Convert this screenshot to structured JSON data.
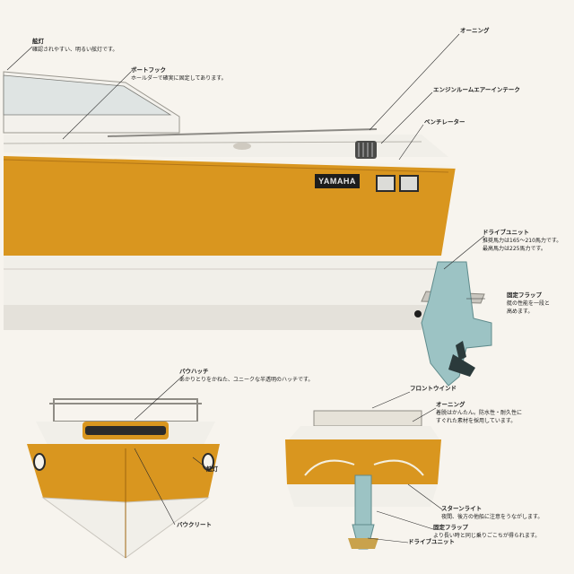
{
  "brand": "YAMAHA",
  "annotations": {
    "navigation_light_top": {
      "title": "舷灯",
      "desc": "確認されやすい、明るい舷灯です。"
    },
    "boat_hook": {
      "title": "ボートフック",
      "desc": "ホールダーで確実に固定してあります。"
    },
    "awning_top": {
      "title": "オーニング"
    },
    "engine_air_intake": {
      "title": "エンジンルームエアーインテーク"
    },
    "ventilator": {
      "title": "ベンチレーター"
    },
    "drive_unit_top": {
      "title": "ドライブユニット",
      "desc1": "推奨馬力は165～210馬力です。",
      "desc2": "最高馬力は225馬力です。"
    },
    "fixed_flap_top": {
      "title": "固定フラップ",
      "desc1": "艇の性能を一段と",
      "desc2": "高めます。"
    },
    "bow_hatch": {
      "title": "バウハッチ",
      "desc": "あかりとりをかねた、ユニークな半透明のハッチです。"
    },
    "navigation_light_front": {
      "title": "舷灯"
    },
    "bow_cleat": {
      "title": "バウクリート"
    },
    "front_window": {
      "title": "フロントウインド"
    },
    "awning_rear": {
      "title": "オーニング",
      "desc1": "着脱はかんたん。防水性・耐久性に",
      "desc2": "すぐれた素材を採用しています。"
    },
    "stern_light": {
      "title": "スターンライト",
      "desc": "夜間、後方の他船に注意をうながします。"
    },
    "fixed_flap_rear": {
      "title": "固定フラップ",
      "desc": "より長い時と同じ乗りごこちが得られます。"
    },
    "drive_unit_rear": {
      "title": "ドライブユニット"
    }
  },
  "colors": {
    "hull_orange": "#d9961f",
    "hull_white": "#f1efe9",
    "drive_blue": "#9cc3c4",
    "background": "#f7f4ee"
  }
}
